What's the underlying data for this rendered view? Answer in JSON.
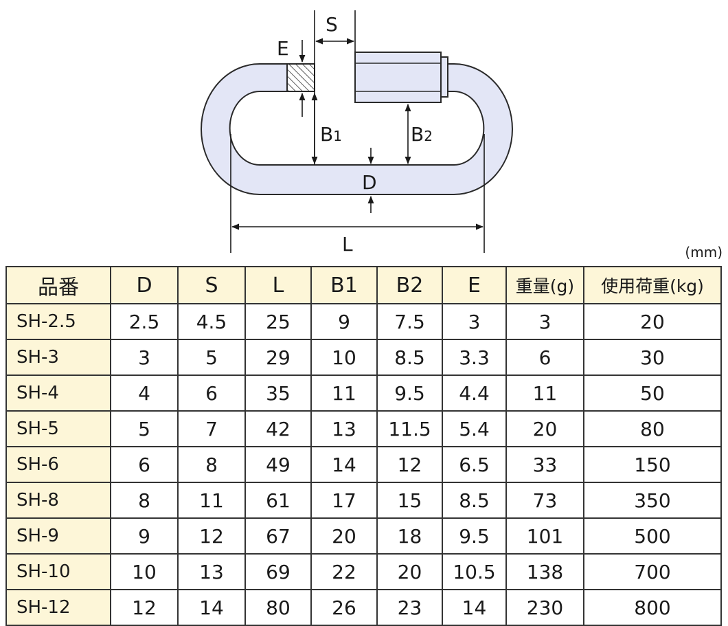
{
  "diagram": {
    "labels": {
      "S": "S",
      "E": "E",
      "B1": "B",
      "B1_sub": "1",
      "B2": "B",
      "B2_sub": "2",
      "D": "D",
      "L": "L"
    },
    "colors": {
      "body": "#e3e6f6",
      "outline": "#2a2a2a"
    }
  },
  "unit": "(mm)",
  "table": {
    "headers": [
      "品番",
      "D",
      "S",
      "L",
      "B1",
      "B2",
      "E",
      "重量(g)",
      "使用荷重(kg)"
    ],
    "rows": [
      [
        "SH-2.5",
        "2.5",
        "4.5",
        "25",
        "9",
        "7.5",
        "3",
        "3",
        "20"
      ],
      [
        "SH-3",
        "3",
        "5",
        "29",
        "10",
        "8.5",
        "3.3",
        "6",
        "30"
      ],
      [
        "SH-4",
        "4",
        "6",
        "35",
        "11",
        "9.5",
        "4.4",
        "11",
        "50"
      ],
      [
        "SH-5",
        "5",
        "7",
        "42",
        "13",
        "11.5",
        "5.4",
        "20",
        "80"
      ],
      [
        "SH-6",
        "6",
        "8",
        "49",
        "14",
        "12",
        "6.5",
        "33",
        "150"
      ],
      [
        "SH-8",
        "8",
        "11",
        "61",
        "17",
        "15",
        "8.5",
        "73",
        "350"
      ],
      [
        "SH-9",
        "9",
        "12",
        "67",
        "20",
        "18",
        "9.5",
        "101",
        "500"
      ],
      [
        "SH-10",
        "10",
        "13",
        "69",
        "22",
        "20",
        "10.5",
        "138",
        "700"
      ],
      [
        "SH-12",
        "12",
        "14",
        "80",
        "26",
        "23",
        "14",
        "230",
        "800"
      ]
    ]
  }
}
